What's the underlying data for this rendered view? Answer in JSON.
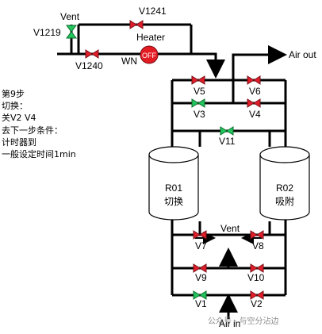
{
  "labels": {
    "vent_top": "Vent",
    "v1219": "V1219",
    "v1241": "V1241",
    "heater": "Heater",
    "v1240": "V1240",
    "wn": "WN",
    "heater_state": "OFF",
    "air_out": "Air out",
    "v5": "V5",
    "v6": "V6",
    "v3": "V3",
    "v4": "V4",
    "v11": "V11",
    "r01_name": "R01",
    "r01_state": "切换",
    "r02_name": "R02",
    "r02_state": "吸附",
    "vent_bottom": "Vent",
    "v7": "V7",
    "v8": "V8",
    "v9": "V9",
    "v10": "V10",
    "v1": "V1",
    "v2": "V2",
    "air_in": "Air in"
  },
  "step": {
    "lines": [
      "第9步",
      "切换：",
      "关V2 V4",
      "去下一步条件：",
      "计时器到",
      "一般设定时间1min"
    ]
  },
  "watermark": "公众号 · 与空分沾边",
  "colors": {
    "valve_open": "#22c55e",
    "valve_closed": "#e11d2b",
    "heater_fill": "#e31b23",
    "pipe": "#000000"
  }
}
